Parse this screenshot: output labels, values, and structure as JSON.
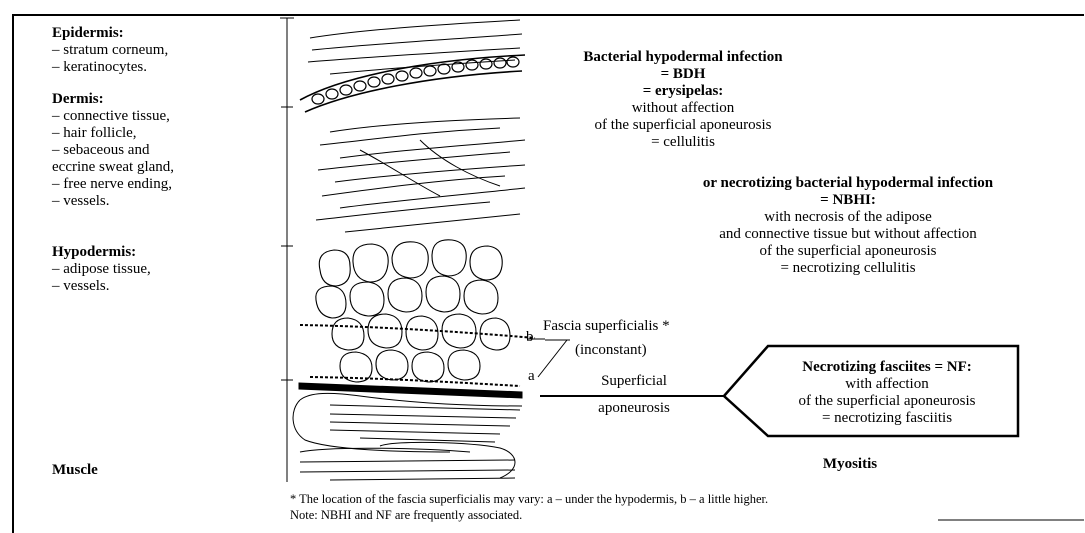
{
  "layers": {
    "epidermis": {
      "title": "Epidermis:",
      "items": [
        "– stratum corneum,",
        "– keratinocytes."
      ]
    },
    "dermis": {
      "title": "Dermis:",
      "items": [
        "– connective tissue,",
        "– hair follicle,",
        "– sebaceous and",
        "eccrine sweat gland,",
        "– free nerve ending,",
        "– vessels."
      ]
    },
    "hypodermis": {
      "title": "Hypodermis:",
      "items": [
        "– adipose tissue,",
        "– vessels."
      ]
    },
    "muscle": {
      "title": "Muscle"
    }
  },
  "bdh": {
    "l1": "Bacterial hypodermal infection",
    "l2": "= BDH",
    "l3": "= erysipelas:",
    "l4": "without affection",
    "l5": "of the superficial aponeurosis",
    "l6": "= cellulitis"
  },
  "nbhi": {
    "l1": "or necrotizing bacterial hypodermal infection",
    "l2": "= NBHI:",
    "l3": "with necrosis of the adipose",
    "l4": "and connective tissue but without affection",
    "l5": "of the superficial aponeurosis",
    "l6": "= necrotizing cellulitis"
  },
  "fascia": {
    "label_b": "b",
    "label_a": "a",
    "name": "Fascia superficialis *",
    "note": "(inconstant)"
  },
  "aponeurosis": {
    "l1": "Superficial",
    "l2": "aponeurosis"
  },
  "nf": {
    "l1": "Necrotizing fasciites = NF:",
    "l2": "with affection",
    "l3": "of the superficial aponeurosis",
    "l4": "= necrotizing fasciitis"
  },
  "myositis": "Myositis",
  "footnote": {
    "l1": "* The location of the fascia superficialis may vary: a – under the hypodermis, b – a little higher.",
    "l2": "Note: NBHI and NF are frequently associated."
  }
}
